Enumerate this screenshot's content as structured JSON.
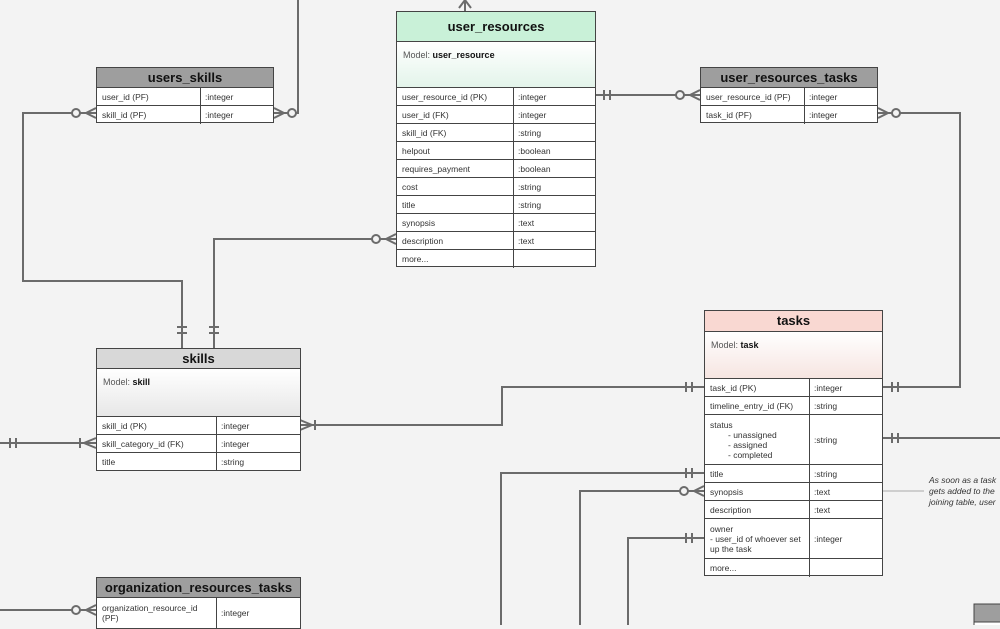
{
  "colors": {
    "line": "#6b6b6b",
    "header_gray": "#9e9e9e",
    "header_lightgray": "#d8d8d8",
    "header_green": "#c9f1d8",
    "header_red": "#f9d8d2"
  },
  "model_prefix": "Model:",
  "entities": {
    "user_resources": {
      "title": "user_resources",
      "model": "user_resource",
      "rows": [
        {
          "name": "user_resource_id (PK)",
          "type": ":integer"
        },
        {
          "name": "user_id (FK)",
          "type": ":integer"
        },
        {
          "name": "skill_id (FK)",
          "type": ":string"
        },
        {
          "name": "helpout",
          "type": ":boolean"
        },
        {
          "name": "requires_payment",
          "type": ":boolean"
        },
        {
          "name": "cost",
          "type": ":string"
        },
        {
          "name": "title",
          "type": ":string"
        },
        {
          "name": "synopsis",
          "type": ":text"
        },
        {
          "name": "description",
          "type": ":text"
        },
        {
          "name": "more...",
          "type": ""
        }
      ]
    },
    "users_skills": {
      "title": "users_skills",
      "rows": [
        {
          "name": "user_id (PF)",
          "type": ":integer"
        },
        {
          "name": "skill_id (PF)",
          "type": ":integer"
        }
      ]
    },
    "user_resources_tasks": {
      "title": "user_resources_tasks",
      "rows": [
        {
          "name": "user_resource_id (PF)",
          "type": ":integer"
        },
        {
          "name": "task_id (PF)",
          "type": ":integer"
        }
      ]
    },
    "skills": {
      "title": "skills",
      "model": "skill",
      "rows": [
        {
          "name": "skill_id (PK)",
          "type": ":integer"
        },
        {
          "name": "skill_category_id (FK)",
          "type": ":integer"
        },
        {
          "name": "title",
          "type": ":string"
        }
      ]
    },
    "tasks": {
      "title": "tasks",
      "model": "task",
      "rows": [
        {
          "name": "task_id (PK)",
          "type": ":integer"
        },
        {
          "name": "timeline_entry_id (FK)",
          "type": ":string"
        },
        {
          "name": "status",
          "sub": [
            "- unassigned",
            "- assigned",
            "- completed"
          ],
          "type": ":string"
        },
        {
          "name": "title",
          "type": ":string"
        },
        {
          "name": "synopsis",
          "type": ":text"
        },
        {
          "name": "description",
          "type": ":text"
        },
        {
          "name": "owner",
          "sub": [
            " - user_id of whoever set up the task"
          ],
          "type": ":integer"
        },
        {
          "name": "more...",
          "type": ""
        }
      ]
    },
    "organization_resources_tasks": {
      "title": "organization_resources_tasks",
      "rows": [
        {
          "name": "organization_resource_id (PF)",
          "type": ":integer"
        }
      ]
    }
  },
  "note": "As soon as a task gets added to the joining table, user"
}
